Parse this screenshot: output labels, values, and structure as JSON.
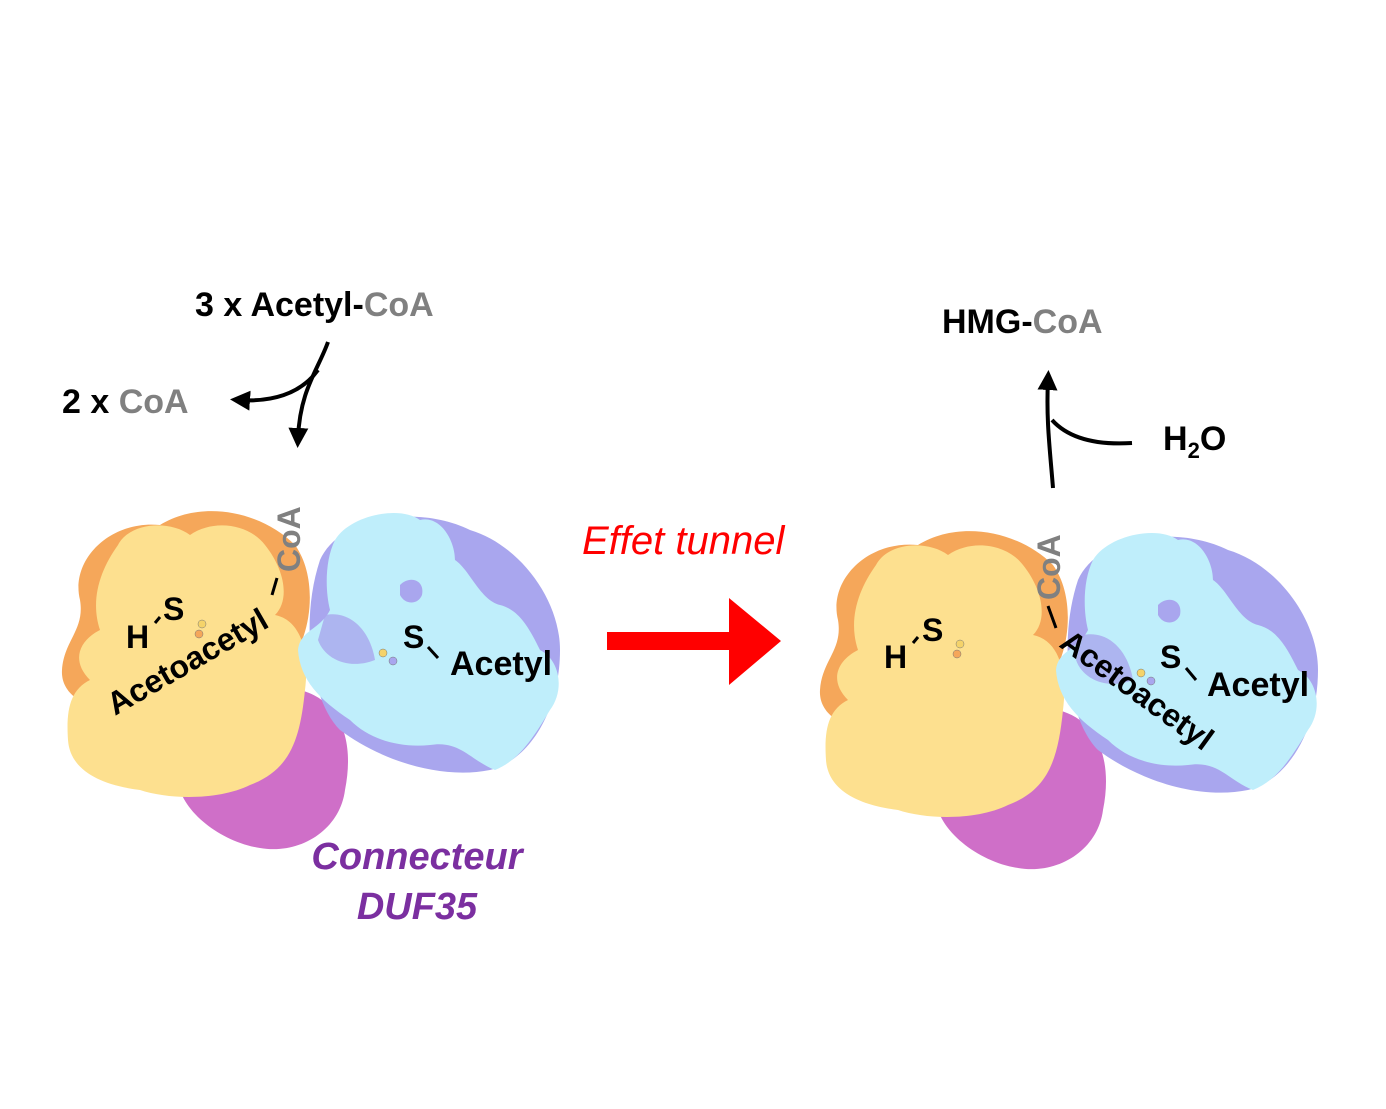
{
  "left_panel": {
    "substrate_prefix": "3 x Acetyl-",
    "substrate_coa": "CoA",
    "byproduct_prefix": "2 x ",
    "byproduct_coa": "CoA",
    "coa_label": "CoA",
    "acetoacetyl_label": "Acetoacetyl",
    "h_label": "H",
    "s_label_1": "S",
    "s_label_2": "S",
    "acetyl_label": "Acetyl",
    "connector_line1": "Connecteur",
    "connector_line2": "DUF35"
  },
  "transition": {
    "label": "Effet tunnel"
  },
  "right_panel": {
    "product_prefix": "HMG-",
    "product_coa": "CoA",
    "water_h": "H",
    "water_sub": "2",
    "water_o": "O",
    "coa_label": "CoA",
    "acetoacetyl_label": "Acetoacetyl",
    "h_label": "H",
    "s_label_1": "S",
    "s_label_2": "S",
    "acetyl_label": "Acetyl"
  },
  "colors": {
    "yellow_domain": "#fde08f",
    "orange_domain": "#f5a75a",
    "blue_domain": "#bfeefb",
    "lavender_domain": "#a9a6ee",
    "magenta_domain": "#cf6fc8",
    "coa_gray": "#808080",
    "tunnel_red": "#ff0000",
    "connector_purple": "#7b2fa0"
  }
}
